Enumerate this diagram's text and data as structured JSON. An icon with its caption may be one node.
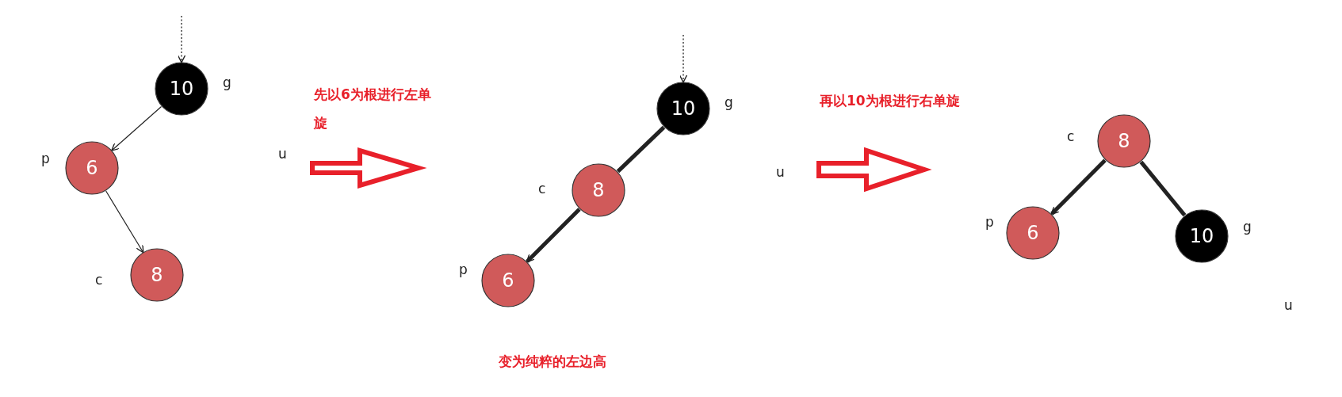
{
  "diagram": {
    "nodes": [
      {
        "text": [
          "10"
        ],
        "beside": [
          "g"
        ]
      },
      {
        "text": [
          "6"
        ],
        "beside": [
          "p"
        ]
      },
      {
        "text": [
          "8"
        ],
        "beside": [
          "c"
        ]
      },
      {
        "text": [
          "10"
        ],
        "beside": [
          "g"
        ]
      },
      {
        "text": [
          "8"
        ],
        "beside": [
          "c"
        ]
      },
      {
        "text": [
          "6"
        ],
        "beside": [
          "p"
        ]
      },
      {
        "text": [
          "8"
        ],
        "beside": [
          "c"
        ]
      },
      {
        "text": [
          "6"
        ],
        "beside": [
          "p"
        ]
      },
      {
        "text": [
          "10"
        ],
        "beside": [
          "g"
        ]
      }
    ],
    "edges": [
      {
        "from": null,
        "to": 0,
        "arrow": "to",
        "style": "dashed"
      },
      {
        "from": 0,
        "to": 1,
        "arrow": "to"
      },
      {
        "from": 1,
        "to": 2,
        "arrow": "to"
      },
      {
        "from": null,
        "to": 3,
        "arrow": "to",
        "style": "dashed"
      },
      {
        "from": 3,
        "to": 4,
        "arrow": "none",
        "style": "thick"
      },
      {
        "from": 4,
        "to": 5,
        "arrow": "to",
        "style": "thick"
      },
      {
        "from": 6,
        "to": 7,
        "arrow": "to",
        "style": "thick"
      },
      {
        "from": 6,
        "to": 8,
        "arrow": "none",
        "style": "thick"
      }
    ],
    "labels": [
      "先以6为根进行左单旋",
      "u",
      "再以10为根进行右单旋",
      "u",
      "变为纯粹的左边高",
      "u"
    ]
  }
}
